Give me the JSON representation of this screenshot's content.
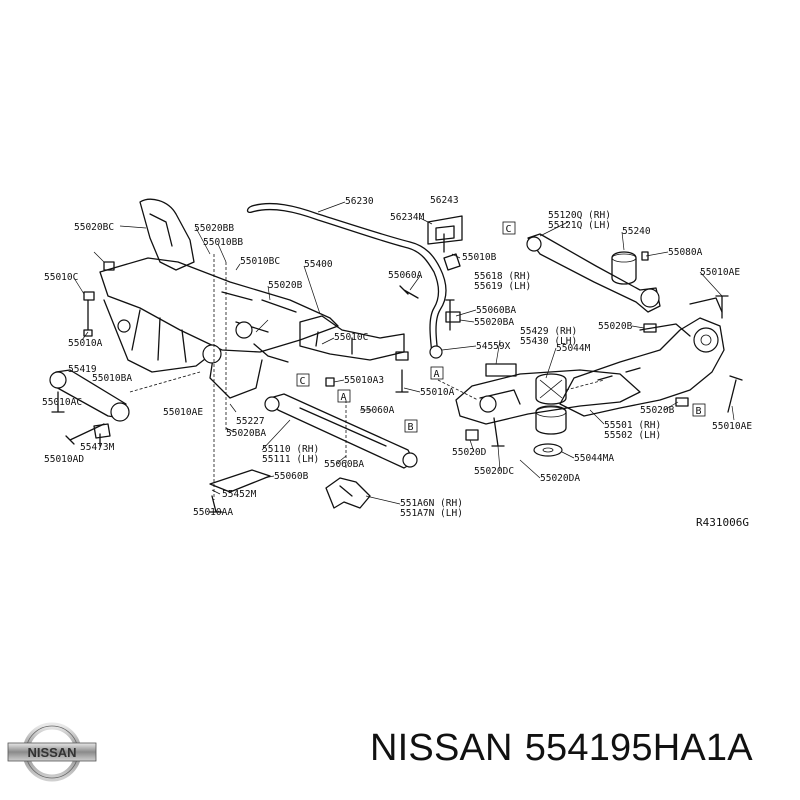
{
  "diagram": {
    "reference_code": "R431006G",
    "labels": {
      "l55020BC": "55020BC",
      "l55020BB": "55020BB",
      "l55010BB": "55010BB",
      "l55010BC": "55010BC",
      "l55400": "55400",
      "l55020B_a": "55020B",
      "l55010C_a": "55010C",
      "l55010A_a": "55010A",
      "l55419": "55419",
      "l55010BA": "55010BA",
      "l55010AC": "55010AC",
      "l55473M": "55473M",
      "l55010AD": "55010AD",
      "l55010AE_a": "55010AE",
      "l55227": "55227",
      "l55020BA_a": "55020BA",
      "l55110": "55110 (RH)",
      "l55111": "55111 (LH)",
      "l55060B": "55060B",
      "l55452M": "55452M",
      "l55010AA": "55010AA",
      "l55010C_b": "55010C",
      "l55010A3": "55010A3",
      "l55060A_a": "55060A",
      "l55060BA_a": "55060BA",
      "l551A6N": "551A6N (RH)",
      "l551A7N": "551A7N (LH)",
      "l56230": "56230",
      "l56243": "56243",
      "l56234M": "56234M",
      "l55010B": "55010B",
      "l55060A_b": "55060A",
      "l55618": "55618 (RH)",
      "l55619": "55619 (LH)",
      "l55060BA_b": "55060BA",
      "l55020BA_b": "55020BA",
      "l54559X": "54559X",
      "l55010A_b": "55010A",
      "l55429": "55429 (RH)",
      "l55430": "55430 (LH)",
      "l55044M": "55044M",
      "l55120": "55120Q (RH)",
      "l55121": "55121Q (LH)",
      "l55240": "55240",
      "l55080A": "55080A",
      "l55010AE_b": "55010AE",
      "l55020B_b": "55020B",
      "l55020B_c": "55020B",
      "l55501": "55501 (RH)",
      "l55502": "55502 (LH)",
      "l55010AE_c": "55010AE",
      "l55044MA": "55044MA",
      "l55020D": "55020D",
      "l55020DC": "55020DC",
      "l55020DA": "55020DA"
    },
    "callouts": {
      "a1": "A",
      "a2": "A",
      "b1": "B",
      "b2": "B",
      "c1": "C",
      "c2": "C"
    }
  },
  "footer": {
    "logo_text": "NISSAN",
    "brand": "NISSAN",
    "part_number": "554195HA1A"
  }
}
